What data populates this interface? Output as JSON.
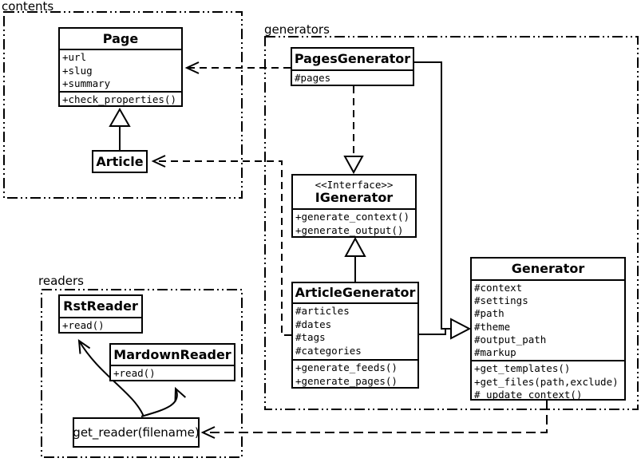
{
  "diagram": {
    "kind": "uml-class-diagram"
  },
  "colors": {
    "line": "#000000",
    "background": "#ffffff",
    "box_fill": "#ffffff"
  },
  "packages": {
    "contents": {
      "label": "contents"
    },
    "generators": {
      "label": "generators"
    },
    "readers": {
      "label": "readers"
    }
  },
  "classes": {
    "page": {
      "name": "Page",
      "attributes": [
        "+url",
        "+slug",
        "+summary"
      ],
      "methods": [
        "+check_properties()"
      ]
    },
    "article": {
      "name": "Article"
    },
    "pages_generator": {
      "name": "PagesGenerator",
      "attributes": [
        "#pages"
      ]
    },
    "igenerator": {
      "stereotype": "<<Interface>>",
      "name": "IGenerator",
      "methods": [
        "+generate_context()",
        "+generate_output()"
      ]
    },
    "article_generator": {
      "name": "ArticleGenerator",
      "attributes": [
        "#articles",
        "#dates",
        "#tags",
        "#categories"
      ],
      "methods": [
        "+generate_feeds()",
        "+generate_pages()"
      ]
    },
    "generator": {
      "name": "Generator",
      "attributes": [
        "#context",
        "#settings",
        "#path",
        "#theme",
        "#output_path",
        "#markup"
      ],
      "methods": [
        "+get_templates()",
        "+get_files(path,exclude)",
        "#_update_context()"
      ]
    },
    "rst_reader": {
      "name": "RstReader",
      "methods": [
        "+read()"
      ]
    },
    "markdown_reader": {
      "name": "MardownReader",
      "methods": [
        "+read()"
      ]
    },
    "get_reader": {
      "label": "get_reader(filename)"
    }
  },
  "relationships": [
    {
      "from": "Article",
      "to": "Page",
      "type": "inheritance"
    },
    {
      "from": "PagesGenerator",
      "to": "Page",
      "type": "dependency"
    },
    {
      "from": "ArticleGenerator",
      "to": "Article",
      "type": "dependency"
    },
    {
      "from": "PagesGenerator",
      "to": "IGenerator",
      "type": "realization"
    },
    {
      "from": "ArticleGenerator",
      "to": "IGenerator",
      "type": "realization"
    },
    {
      "from": "PagesGenerator",
      "to": "Generator",
      "type": "inheritance"
    },
    {
      "from": "ArticleGenerator",
      "to": "Generator",
      "type": "inheritance"
    },
    {
      "from": "Generator",
      "to": "get_reader(filename)",
      "type": "dependency"
    },
    {
      "from": "get_reader(filename)",
      "to": "RstReader",
      "type": "association"
    },
    {
      "from": "get_reader(filename)",
      "to": "MardownReader",
      "type": "association"
    }
  ]
}
